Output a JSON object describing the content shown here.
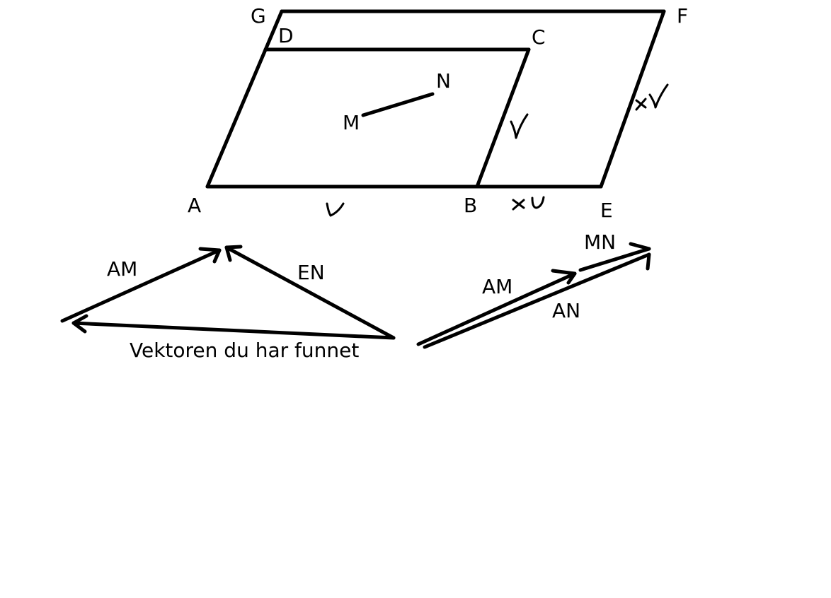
{
  "diagram": {
    "points": {
      "A": "A",
      "B": "B",
      "C": "C",
      "D": "D",
      "E": "E",
      "F": "F",
      "G": "G",
      "M": "M",
      "N": "N"
    },
    "side_labels": {
      "AB": "u",
      "BE": "xu",
      "BC": "v",
      "EF": "xv"
    },
    "left_triangle": {
      "am_label": "AM",
      "en_label": "EN",
      "result_label": "Vektoren du har funnet"
    },
    "right_vectors": {
      "am_label": "AM",
      "mn_label": "MN",
      "an_label": "AN"
    }
  }
}
